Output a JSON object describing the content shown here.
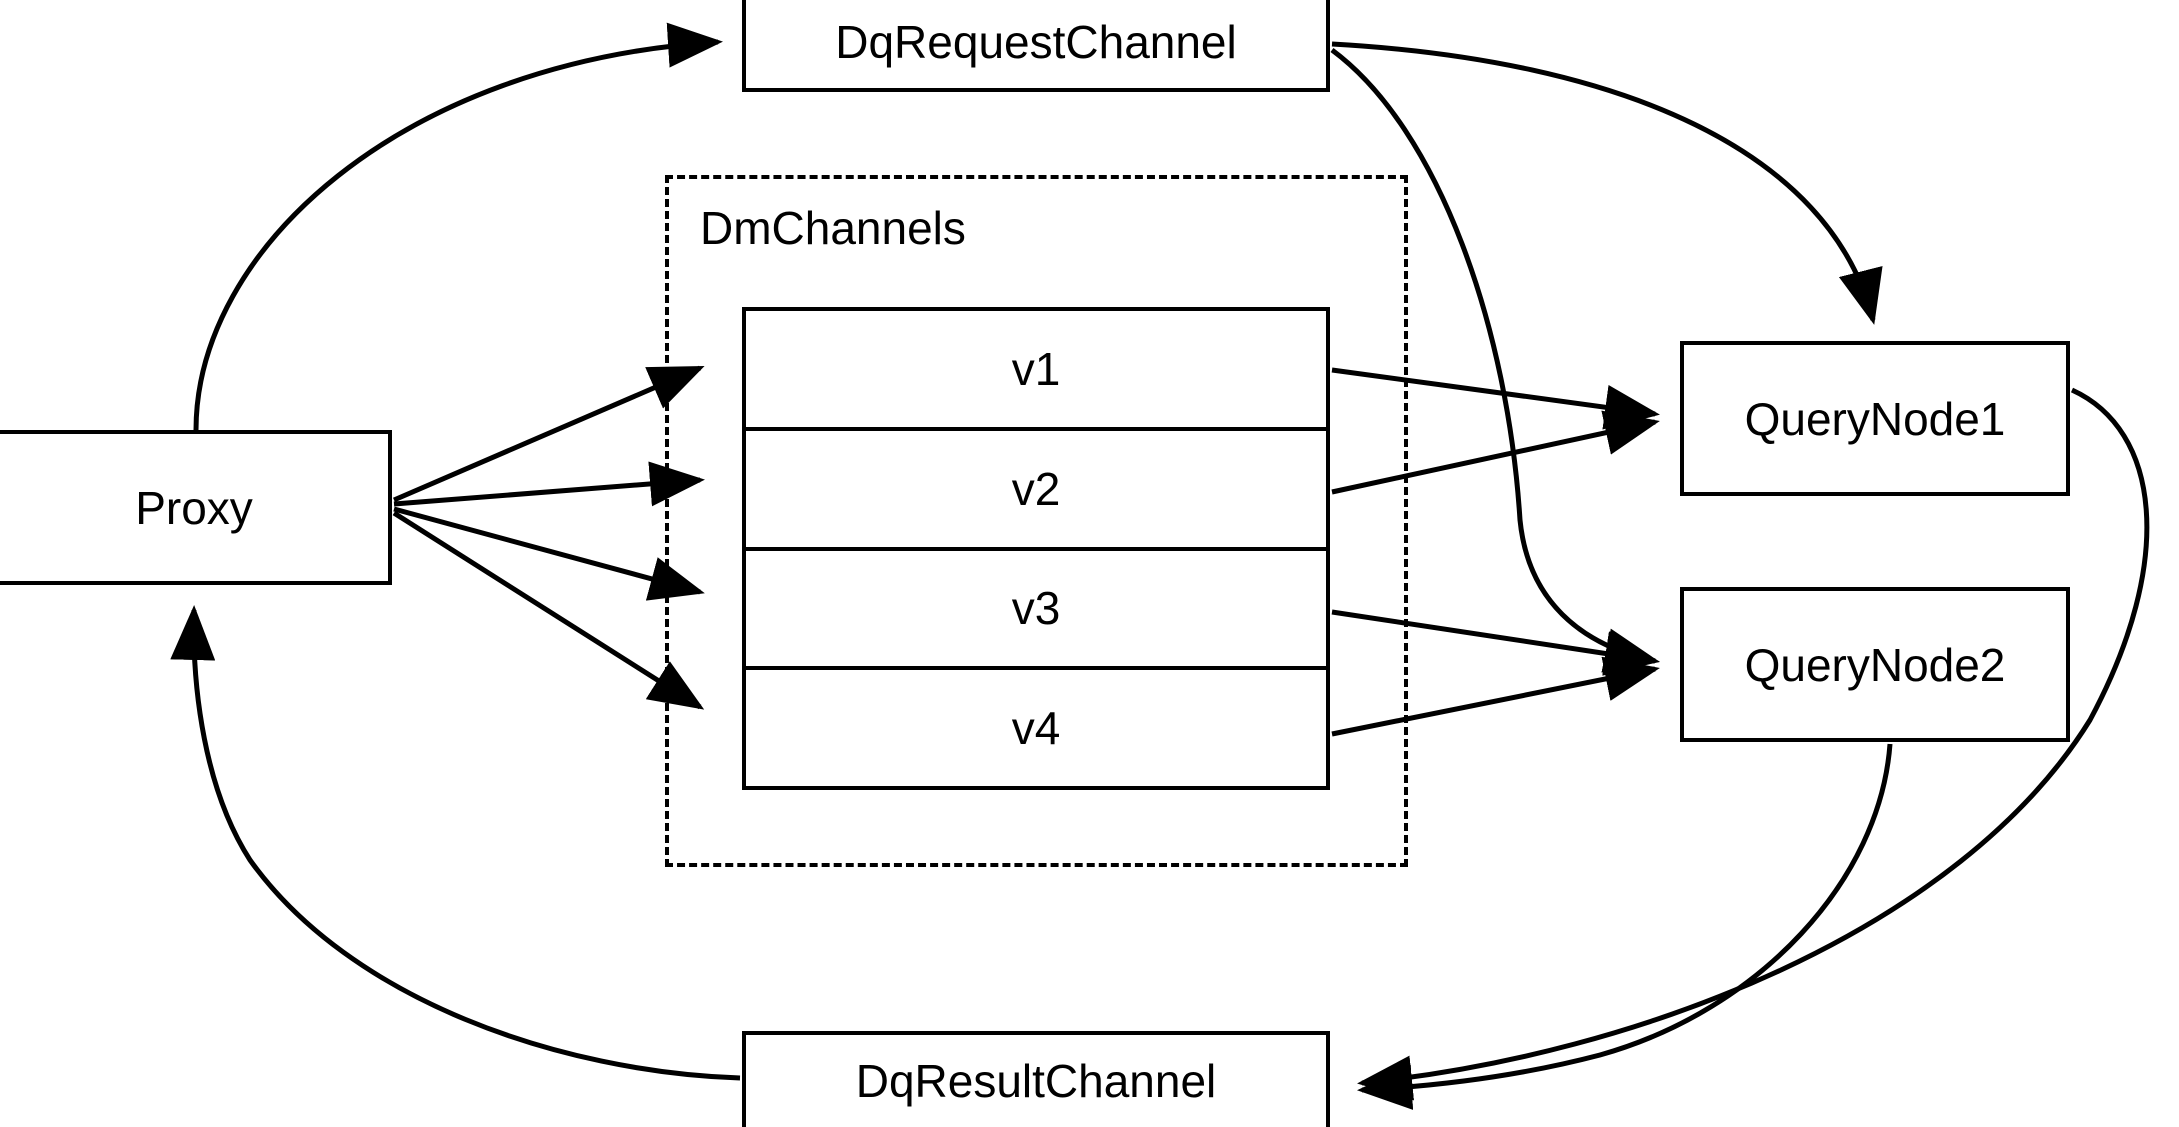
{
  "diagram": {
    "type": "flow-diagram",
    "background_color": "#ffffff",
    "stroke_color": "#000000",
    "nodes": {
      "proxy": {
        "label": "Proxy"
      },
      "dq_request_channel": {
        "label": "DqRequestChannel"
      },
      "dq_result_channel": {
        "label": "DqResultChannel"
      },
      "query_node_1": {
        "label": "QueryNode1"
      },
      "query_node_2": {
        "label": "QueryNode2"
      }
    },
    "group": {
      "label": "DmChannels",
      "style": "dashed"
    },
    "channels": {
      "rows": [
        {
          "label": "v1"
        },
        {
          "label": "v2"
        },
        {
          "label": "v3"
        },
        {
          "label": "v4"
        }
      ]
    },
    "edges": [
      {
        "from": "Proxy",
        "to": "DqRequestChannel"
      },
      {
        "from": "Proxy",
        "to": "v1"
      },
      {
        "from": "Proxy",
        "to": "v2"
      },
      {
        "from": "Proxy",
        "to": "v3"
      },
      {
        "from": "Proxy",
        "to": "v4"
      },
      {
        "from": "DqRequestChannel",
        "to": "QueryNode1"
      },
      {
        "from": "DqRequestChannel",
        "to": "QueryNode2"
      },
      {
        "from": "v1",
        "to": "QueryNode1"
      },
      {
        "from": "v2",
        "to": "QueryNode1"
      },
      {
        "from": "v3",
        "to": "QueryNode2"
      },
      {
        "from": "v4",
        "to": "QueryNode2"
      },
      {
        "from": "QueryNode1",
        "to": "DqResultChannel"
      },
      {
        "from": "QueryNode2",
        "to": "DqResultChannel"
      },
      {
        "from": "DqResultChannel",
        "to": "Proxy"
      }
    ]
  }
}
